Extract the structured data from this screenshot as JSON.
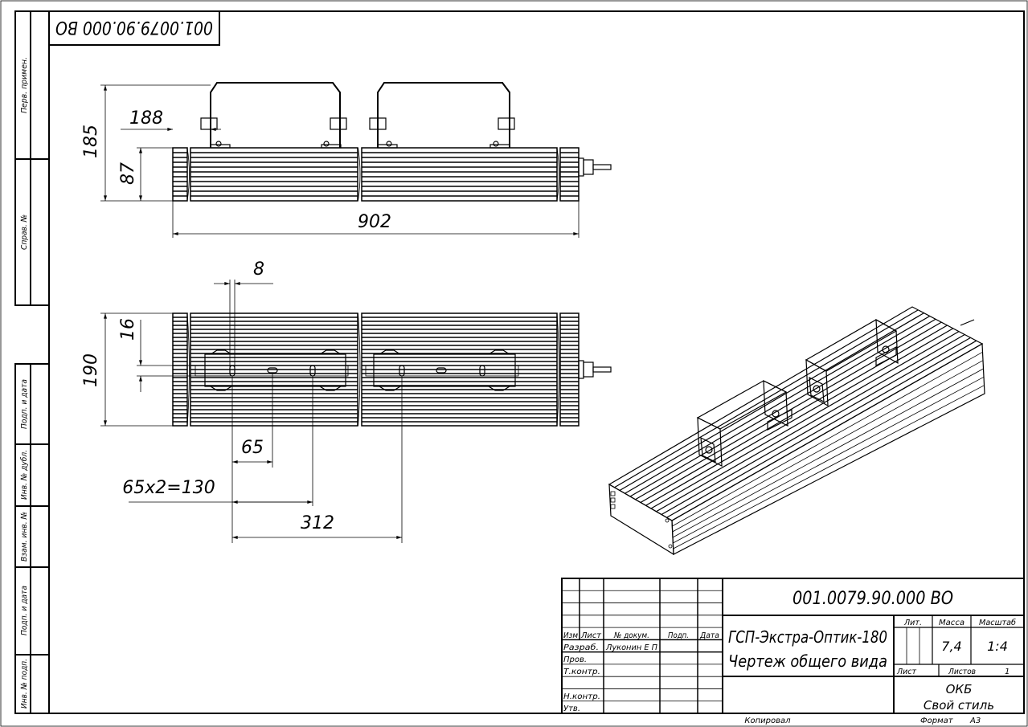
{
  "document": {
    "designation": "001.0079.90.000 ВО",
    "title_line1": "ГСП-Экстра-Оптик-180",
    "title_line2": "Чертеж общего вида"
  },
  "side_strip": {
    "top": [
      "Перв. примен.",
      "Справ. №"
    ],
    "bottom": [
      "Подп. и дата",
      "Инв. № дубл.",
      "Взам. инв. №",
      "Подп. и дата",
      "Инв. № подп."
    ]
  },
  "dimensions": {
    "side_view": {
      "height_total": "185",
      "body_height": "87",
      "bracket_offset": "188",
      "length": "902"
    },
    "top_view": {
      "width": "190",
      "slot_offset": "16",
      "slot_width": "8",
      "pitch": "65",
      "pitch_x2": "65x2=130",
      "bracket_spacing": "312"
    }
  },
  "title_block": {
    "headers": {
      "izm": "Изм",
      "list": "Лист",
      "doc_no": "№ докум.",
      "sign": "Подп.",
      "date": "Дата"
    },
    "roles": [
      {
        "role": "Разраб.",
        "name": "Луконин Е П"
      },
      {
        "role": "Пров.",
        "name": ""
      },
      {
        "role": "Т.контр.",
        "name": ""
      },
      {
        "role": "",
        "name": ""
      },
      {
        "role": "Н.контр.",
        "name": ""
      },
      {
        "role": "Утв.",
        "name": ""
      }
    ],
    "lit_label": "Лит.",
    "mass_label": "Масса",
    "scale_label": "Масштаб",
    "mass": "7,4",
    "scale": "1:4",
    "sheet_label": "Лист",
    "sheets_label": "Листов",
    "sheets": "1",
    "org_line1": "ОКБ",
    "org_line2": "Свой стиль",
    "copied_label": "Копировал",
    "format_label": "Формат",
    "format": "А3"
  }
}
